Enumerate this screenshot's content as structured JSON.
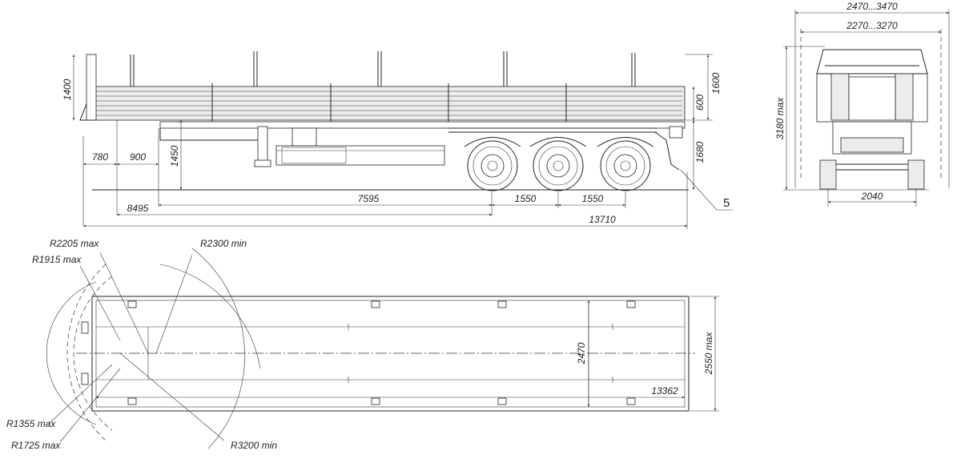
{
  "side_view": {
    "dims": {
      "h1400": "1400",
      "d780": "780",
      "d900": "900",
      "h1450": "1450",
      "d7595": "7595",
      "d8495": "8495",
      "d1550a": "1550",
      "d1550b": "1550",
      "d13710": "13710",
      "h1600": "1600",
      "h600": "600",
      "h1680": "1680"
    },
    "callout": "5"
  },
  "rear_view": {
    "dims": {
      "w_outer": "2470...3470",
      "w_inner": "2270...3270",
      "h_max": "3180 max",
      "track": "2040"
    }
  },
  "top_view": {
    "dims": {
      "r2205": "R2205 max",
      "r1915": "R1915 max",
      "r2300": "R2300 min",
      "r1355": "R1355 max",
      "r1725": "R1725 max",
      "r3200": "R3200 min",
      "w2470": "2470",
      "w2550": "2550 max",
      "l13362": "13362"
    }
  }
}
